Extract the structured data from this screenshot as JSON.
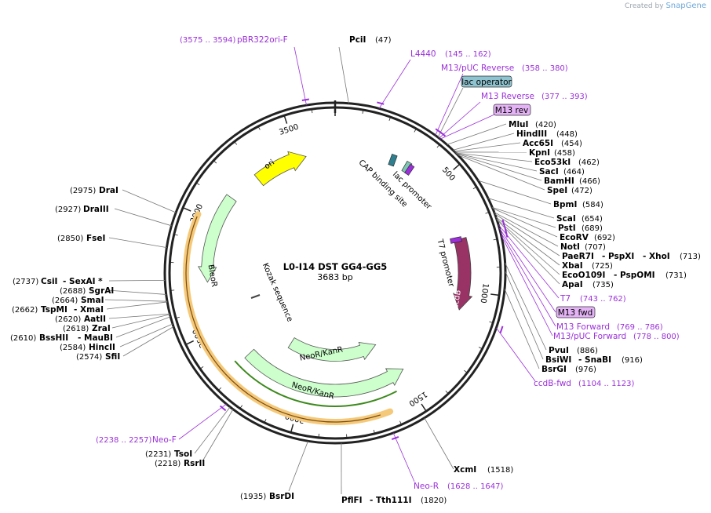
{
  "branding": {
    "created_by": "Created by",
    "app": "SnapGene"
  },
  "plasmid": {
    "name": "L0-I14 DST GG4-GG5",
    "length_label": "3683 bp",
    "length": 3683
  },
  "ticks": [
    "500",
    "1000",
    "1500",
    "2000",
    "2500",
    "3000",
    "3500"
  ],
  "features": {
    "ori": "ori",
    "ccdB": "ccdB",
    "BleoR": "BleoR",
    "NeoR1": "NeoR/KanR",
    "NeoR2": "NeoR/KanR",
    "kozak": "Kozak sequence",
    "lac_promoter": "lac promoter",
    "cap_site": "CAP binding site",
    "t7_promoter": "T7 promoter"
  },
  "boxed_labels": {
    "lac_operator": "lac operator",
    "m13_rev": "M13 rev",
    "m13_fwd": "M13 fwd"
  },
  "primers": {
    "pbr322ori": {
      "name": "pBR322ori-F",
      "range": "(3575 .. 3594)"
    },
    "l4440": {
      "name": "L4440",
      "range": "(145 .. 162)"
    },
    "m13puc_rev": {
      "name": "M13/pUC Reverse",
      "range": "(358 .. 380)"
    },
    "m13_reverse": {
      "name": "M13 Reverse",
      "range": "(377 .. 393)"
    },
    "t7": {
      "name": "T7",
      "range": "(743 .. 762)"
    },
    "m13_forward": {
      "name": "M13 Forward",
      "range": "(769 .. 786)"
    },
    "m13puc_fwd": {
      "name": "M13/pUC Forward",
      "range": "(778 .. 800)"
    },
    "ccdb_fwd": {
      "name": "ccdB-fwd",
      "range": "(1104 .. 1123)"
    },
    "neo_r": {
      "name": "Neo-R",
      "range": "(1628 .. 1647)"
    },
    "neo_f": {
      "name": "Neo-F",
      "range": "(2238 .. 2257)"
    }
  },
  "sites": {
    "PciI": {
      "name": "PciI",
      "pos": "(47)"
    },
    "MluI": {
      "name": "MluI",
      "pos": "(420)"
    },
    "HindIII": {
      "name": "HindIII",
      "pos": "(448)"
    },
    "Acc65I": {
      "name": "Acc65I",
      "pos": "(454)"
    },
    "KpnI": {
      "name": "KpnI",
      "pos": "(458)"
    },
    "Eco53kI": {
      "name": "Eco53kI",
      "pos": "(462)"
    },
    "SacI": {
      "name": "SacI",
      "pos": "(464)"
    },
    "BamHI": {
      "name": "BamHI",
      "pos": "(466)"
    },
    "SpeI": {
      "name": "SpeI",
      "pos": "(472)"
    },
    "BpmI": {
      "name": "BpmI",
      "pos": "(584)"
    },
    "ScaI": {
      "name": "ScaI",
      "pos": "(654)"
    },
    "PstI": {
      "name": "PstI",
      "pos": "(689)"
    },
    "EcoRV": {
      "name": "EcoRV",
      "pos": "(692)"
    },
    "NotI": {
      "name": "NotI",
      "pos": "(707)"
    },
    "PaeR7I": {
      "name": "PaeR7I",
      "sep1": "- PspXI",
      "sep2": "- XhoI",
      "pos": "(713)"
    },
    "XbaI": {
      "name": "XbaI",
      "pos": "(725)"
    },
    "EcoO109I": {
      "name": "EcoO109I",
      "sep1": "- PspOMI",
      "pos": "(731)"
    },
    "ApaI": {
      "name": "ApaI",
      "pos": "(735)"
    },
    "PvuI": {
      "name": "PvuI",
      "pos": "(886)"
    },
    "BsiWI": {
      "name": "BsiWI",
      "sep1": "- SnaBI",
      "pos": "(916)"
    },
    "BsrGI": {
      "name": "BsrGI",
      "pos": "(976)"
    },
    "XcmI": {
      "name": "XcmI",
      "pos": "(1518)"
    },
    "PflFI": {
      "name": "PflFI",
      "sep1": "- Tth111I",
      "pos": "(1820)"
    },
    "BsrDI": {
      "name": "BsrDI",
      "pos": "(1935)"
    },
    "RsrII": {
      "name": "RsrII",
      "pos": "(2218)"
    },
    "TsoI": {
      "name": "TsoI",
      "pos": "(2231)"
    },
    "SfiI": {
      "name": "SfiI",
      "pos": "(2574)"
    },
    "HincII": {
      "name": "HincII",
      "pos": "(2584)"
    },
    "BssHII": {
      "name": "BssHII",
      "sep1": "- MauBI",
      "pos": "(2610)"
    },
    "ZraI": {
      "name": "ZraI",
      "pos": "(2618)"
    },
    "AatII": {
      "name": "AatII",
      "pos": "(2620)"
    },
    "TspMI": {
      "name": "TspMI",
      "sep1": "- XmaI",
      "pos": "(2662)"
    },
    "SmaI": {
      "name": "SmaI",
      "pos": "(2664)"
    },
    "SgrAI": {
      "name": "SgrAI",
      "pos": "(2688)"
    },
    "CsiI": {
      "name": "CsiI",
      "sep1": "- SexAI *",
      "pos": "(2737)"
    },
    "FseI": {
      "name": "FseI",
      "pos": "(2850)"
    },
    "DraIII": {
      "name": "DraIII",
      "pos": "(2927)"
    },
    "DraI": {
      "name": "DraI",
      "pos": "(2975)"
    }
  },
  "colors": {
    "ori": "#ffff00",
    "ccdB": "#993366",
    "resistance": "#ccffcc",
    "primer": "#9b30d9",
    "lac_operator": "#8fc3cf",
    "m13_box": "#e4b3f5",
    "highlight": "#f5c97a",
    "green_strand": "#3c8a1c"
  }
}
